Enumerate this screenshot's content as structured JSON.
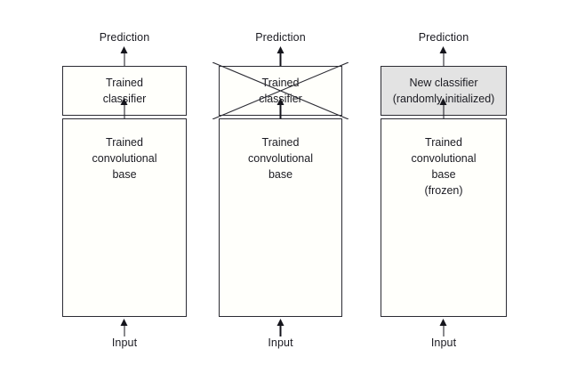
{
  "diagram": {
    "title": "Transfer learning: swapping the classifier on a trained convolutional base",
    "background_color": "#ffffff",
    "line_color": "#2b2b33",
    "text_color": "#1b1b22",
    "shaded_fill": "#e3e3e3",
    "columns": [
      {
        "id": "pretrained-model",
        "prediction_label": "Prediction",
        "classifier_label": "Trained\nclassifier",
        "classifier_shaded": false,
        "classifier_crossed_out": false,
        "base_label": "Trained\nconvolutional\nbase",
        "input_label": "Input"
      },
      {
        "id": "discard-classifier",
        "prediction_label": "Prediction",
        "classifier_label": "Trained\nclassifier",
        "classifier_shaded": false,
        "classifier_crossed_out": true,
        "base_label": "Trained\nconvolutional\nbase",
        "input_label": "Input"
      },
      {
        "id": "new-classifier-frozen-base",
        "prediction_label": "Prediction",
        "classifier_label": "New classifier\n(randomly initialized)",
        "classifier_shaded": true,
        "classifier_crossed_out": false,
        "base_label": "Trained\nconvolutional\nbase\n(frozen)",
        "input_label": "Input"
      }
    ]
  }
}
